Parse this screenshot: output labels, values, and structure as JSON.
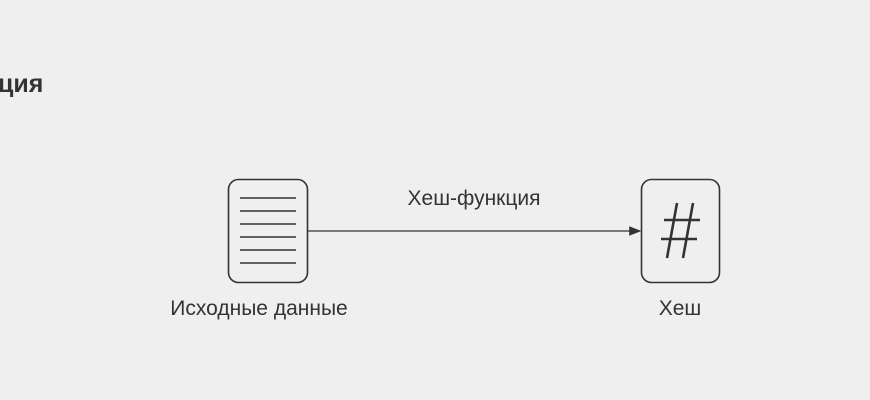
{
  "title_fragment": "ция",
  "diagram": {
    "source_label": "Исходные данные",
    "arrow_label": "Хеш-функция",
    "target_label": "Хеш",
    "source_icon": "document-icon",
    "target_icon": "hash-icon",
    "stroke_color": "#333333",
    "background": "#efefef"
  }
}
